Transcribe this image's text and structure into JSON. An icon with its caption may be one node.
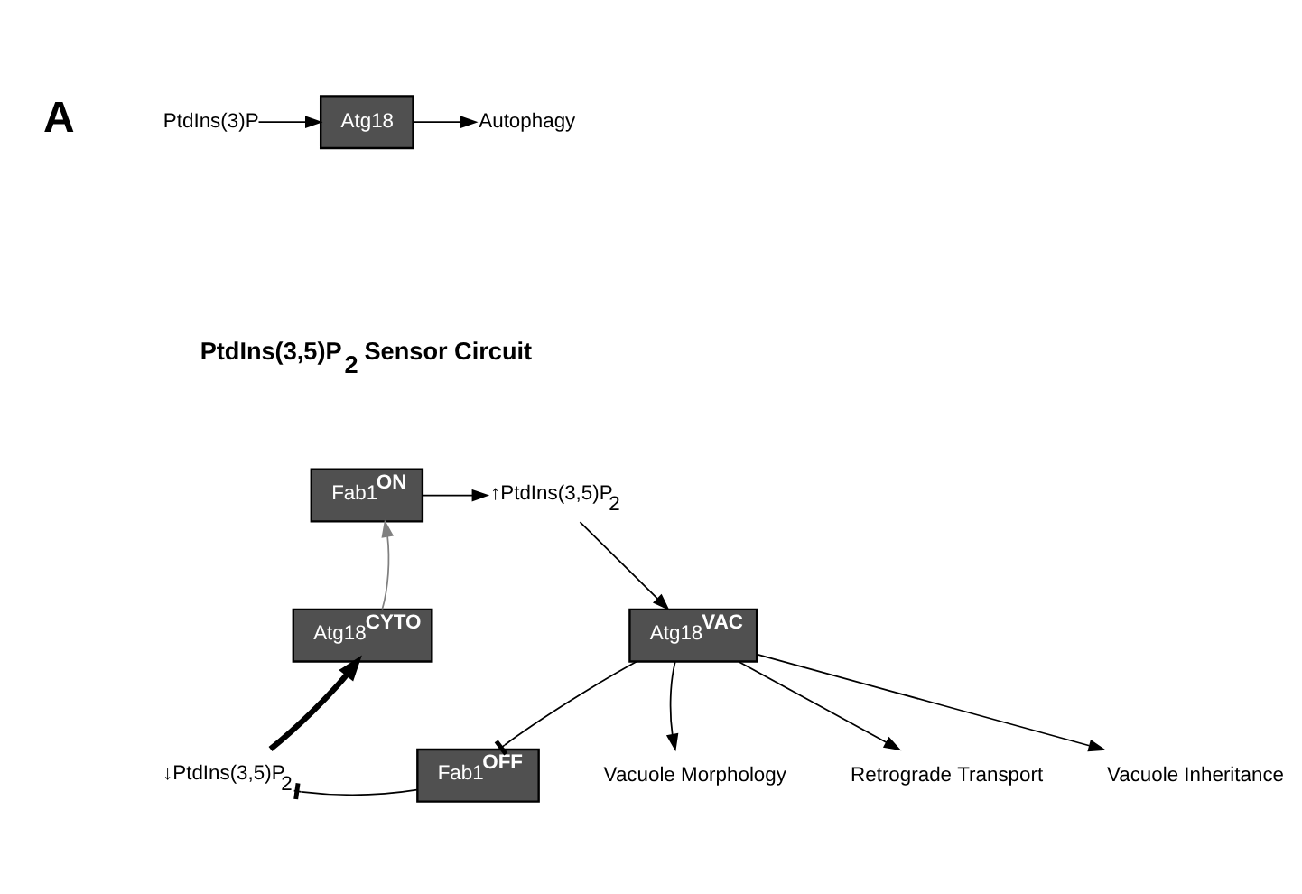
{
  "diagram": {
    "nodes": [
      {
        "text": [
          "PtdIns(3)P"
        ]
      },
      {
        "text": [
          "Atg18"
        ]
      },
      {
        "text": [
          "Autophagy"
        ]
      },
      {
        "text": [
          "Fab1$^{ON}$"
        ]
      },
      {
        "text": [
          "↑PtdIns(3,5)P$_{2}$"
        ]
      },
      {
        "text": [
          "Atg18$^{VAC}$"
        ]
      },
      {
        "text": [
          "Vacuole Morphology"
        ]
      },
      {
        "text": [
          "Retrograde Transport"
        ]
      },
      {
        "text": [
          "Vacuole Inheritance"
        ]
      },
      {
        "text": [
          "Fab1$^{OFF}$"
        ]
      },
      {
        "text": [
          "↓PtdIns(3,5)P$_{2}$"
        ]
      },
      {
        "text": [
          "Atg18$^{CYTO}$"
        ]
      }
    ],
    "edges": [
      {
        "from": 0,
        "to": 1,
        "arrow": "to"
      },
      {
        "from": 1,
        "to": 2,
        "arrow": "to"
      },
      {
        "from": 3,
        "to": 4,
        "arrow": "to"
      },
      {
        "from": 4,
        "to": 5,
        "arrow": "to"
      },
      {
        "from": 5,
        "to": 6,
        "arrow": "to"
      },
      {
        "from": 5,
        "to": 7,
        "arrow": "to"
      },
      {
        "from": 5,
        "to": 8,
        "arrow": "to"
      },
      {
        "from": 5,
        "to": 9,
        "arrow": "other"
      },
      {
        "from": 9,
        "to": 10,
        "arrow": "other"
      },
      {
        "from": 10,
        "to": 11,
        "arrow": "to",
        "style": "thick"
      },
      {
        "from": 11,
        "to": 3,
        "arrow": "to",
        "color": "#808080"
      }
    ],
    "labels": [
      "A",
      "PtdIns(3,5)P$_{2}$ Sensor Circuit"
    ]
  }
}
